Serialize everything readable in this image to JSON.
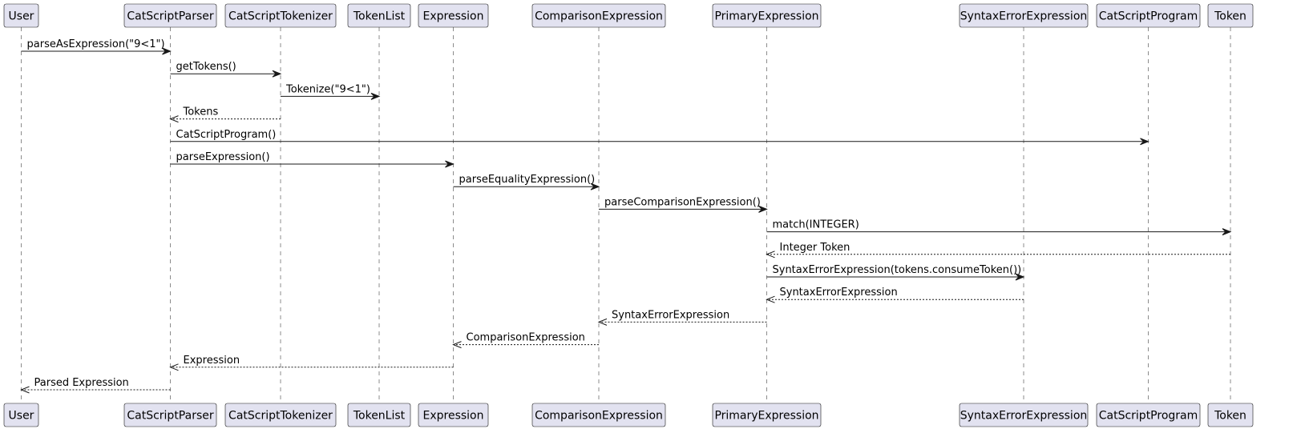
{
  "participants": [
    {
      "id": "user",
      "label": "User"
    },
    {
      "id": "parser",
      "label": "CatScriptParser"
    },
    {
      "id": "tokenizer",
      "label": "CatScriptTokenizer"
    },
    {
      "id": "tokenlist",
      "label": "TokenList"
    },
    {
      "id": "expression",
      "label": "Expression"
    },
    {
      "id": "comparison",
      "label": "ComparisonExpression"
    },
    {
      "id": "primary",
      "label": "PrimaryExpression"
    },
    {
      "id": "syntaxerror",
      "label": "SyntaxErrorExpression"
    },
    {
      "id": "program",
      "label": "CatScriptProgram"
    },
    {
      "id": "token",
      "label": "Token"
    }
  ],
  "messages": [
    {
      "from": "user",
      "to": "parser",
      "label": "parseAsExpression(\"9<1\")",
      "kind": "call"
    },
    {
      "from": "parser",
      "to": "tokenizer",
      "label": "getTokens()",
      "kind": "call"
    },
    {
      "from": "tokenizer",
      "to": "tokenlist",
      "label": "Tokenize(\"9<1\")",
      "kind": "call"
    },
    {
      "from": "tokenizer",
      "to": "parser",
      "label": "Tokens",
      "kind": "return"
    },
    {
      "from": "parser",
      "to": "program",
      "label": "CatScriptProgram()",
      "kind": "call"
    },
    {
      "from": "parser",
      "to": "expression",
      "label": "parseExpression()",
      "kind": "call"
    },
    {
      "from": "expression",
      "to": "comparison",
      "label": "parseEqualityExpression()",
      "kind": "call"
    },
    {
      "from": "comparison",
      "to": "primary",
      "label": "parseComparisonExpression()",
      "kind": "call"
    },
    {
      "from": "primary",
      "to": "token",
      "label": "match(INTEGER)",
      "kind": "call"
    },
    {
      "from": "token",
      "to": "primary",
      "label": "Integer Token",
      "kind": "return"
    },
    {
      "from": "primary",
      "to": "syntaxerror",
      "label": "SyntaxErrorExpression(tokens.consumeToken())",
      "kind": "call"
    },
    {
      "from": "syntaxerror",
      "to": "primary",
      "label": "SyntaxErrorExpression",
      "kind": "return"
    },
    {
      "from": "primary",
      "to": "comparison",
      "label": "SyntaxErrorExpression",
      "kind": "return"
    },
    {
      "from": "comparison",
      "to": "expression",
      "label": "ComparisonExpression",
      "kind": "return"
    },
    {
      "from": "expression",
      "to": "parser",
      "label": "Expression",
      "kind": "return"
    },
    {
      "from": "parser",
      "to": "user",
      "label": "Parsed Expression",
      "kind": "return"
    }
  ],
  "colors": {
    "participant_fill": "#e2e2f0",
    "line": "#181818",
    "text": "#000000",
    "background": "#ffffff"
  }
}
